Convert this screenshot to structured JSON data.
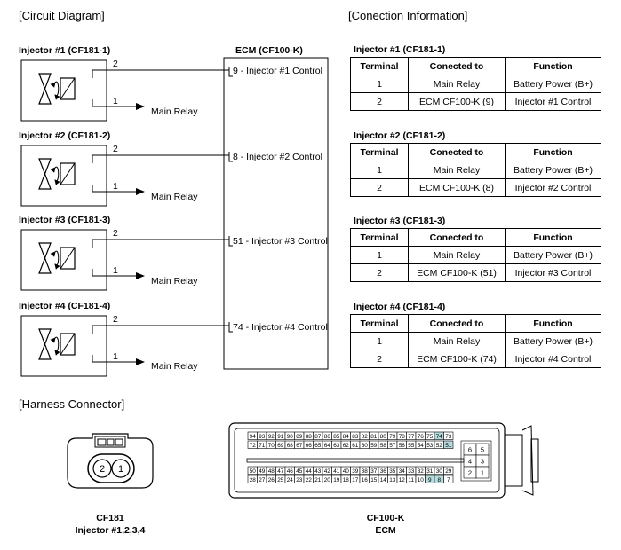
{
  "headings": {
    "circuit": "[Circuit Diagram]",
    "connection": "[Conection Information]",
    "harness": "[Harness Connector]"
  },
  "ecm": {
    "title": "ECM (CF100-K)"
  },
  "injectors": [
    {
      "title": "Injector #1 (CF181-1)",
      "pin_top": "2",
      "pin_bottom": "1",
      "relay": "Main Relay",
      "ecm_label": "9 - Injector #1 Control"
    },
    {
      "title": "Injector #2 (CF181-2)",
      "pin_top": "2",
      "pin_bottom": "1",
      "relay": "Main Relay",
      "ecm_label": "8 - Injector #2 Control"
    },
    {
      "title": "Injector #3 (CF181-3)",
      "pin_top": "2",
      "pin_bottom": "1",
      "relay": "Main Relay",
      "ecm_label": "51 - Injector #3 Control"
    },
    {
      "title": "Injector #4 (CF181-4)",
      "pin_top": "2",
      "pin_bottom": "1",
      "relay": "Main Relay",
      "ecm_label": "74 - Injector #4 Control"
    }
  ],
  "tables": [
    {
      "title": "Injector #1 (CF181-1)",
      "headers": [
        "Terminal",
        "Conected to",
        "Function"
      ],
      "rows": [
        [
          "1",
          "Main Relay",
          "Battery Power (B+)"
        ],
        [
          "2",
          "ECM CF100-K (9)",
          "Injector #1 Control"
        ]
      ]
    },
    {
      "title": "Injector #2 (CF181-2)",
      "headers": [
        "Terminal",
        "Conected to",
        "Function"
      ],
      "rows": [
        [
          "1",
          "Main Relay",
          "Battery Power (B+)"
        ],
        [
          "2",
          "ECM CF100-K (8)",
          "Injector #2 Control"
        ]
      ]
    },
    {
      "title": "Injector #3 (CF181-3)",
      "headers": [
        "Terminal",
        "Conected to",
        "Function"
      ],
      "rows": [
        [
          "1",
          "Main Relay",
          "Battery Power (B+)"
        ],
        [
          "2",
          "ECM CF100-K (51)",
          "Injector #3 Control"
        ]
      ]
    },
    {
      "title": "Injector #4 (CF181-4)",
      "headers": [
        "Terminal",
        "Conected to",
        "Function"
      ],
      "rows": [
        [
          "1",
          "Main Relay",
          "Battery Power (B+)"
        ],
        [
          "2",
          "ECM CF100-K (74)",
          "Injector #4 Control"
        ]
      ]
    }
  ],
  "connectors": {
    "cf181": {
      "pins": [
        "2",
        "1"
      ],
      "label1": "CF181",
      "label2": "Injector #1,2,3,4"
    },
    "cf100": {
      "rows": [
        [
          "94",
          "93",
          "92",
          "91",
          "90",
          "89",
          "88",
          "87",
          "86",
          "85",
          "84",
          "83",
          "82",
          "81",
          "80",
          "79",
          "78",
          "77",
          "76",
          "75",
          "74",
          "73"
        ],
        [
          "72",
          "71",
          "70",
          "69",
          "68",
          "67",
          "66",
          "65",
          "64",
          "63",
          "62",
          "61",
          "60",
          "59",
          "58",
          "57",
          "56",
          "55",
          "54",
          "53",
          "52",
          "51"
        ],
        [
          "50",
          "49",
          "48",
          "47",
          "46",
          "45",
          "44",
          "43",
          "42",
          "41",
          "40",
          "39",
          "38",
          "37",
          "36",
          "35",
          "34",
          "33",
          "32",
          "31",
          "30",
          "29"
        ],
        [
          "28",
          "27",
          "26",
          "25",
          "24",
          "23",
          "22",
          "21",
          "20",
          "19",
          "18",
          "17",
          "16",
          "15",
          "14",
          "13",
          "12",
          "11",
          "10",
          "9",
          "8",
          "7"
        ]
      ],
      "side_rows": [
        [
          "6",
          "5"
        ],
        [
          "4",
          "3"
        ],
        [
          "2",
          "1"
        ]
      ],
      "highlight": [
        "74",
        "51",
        "9",
        "8"
      ],
      "highlight_color": "#b7dcdd",
      "label1": "CF100-K",
      "label2": "ECM"
    }
  }
}
